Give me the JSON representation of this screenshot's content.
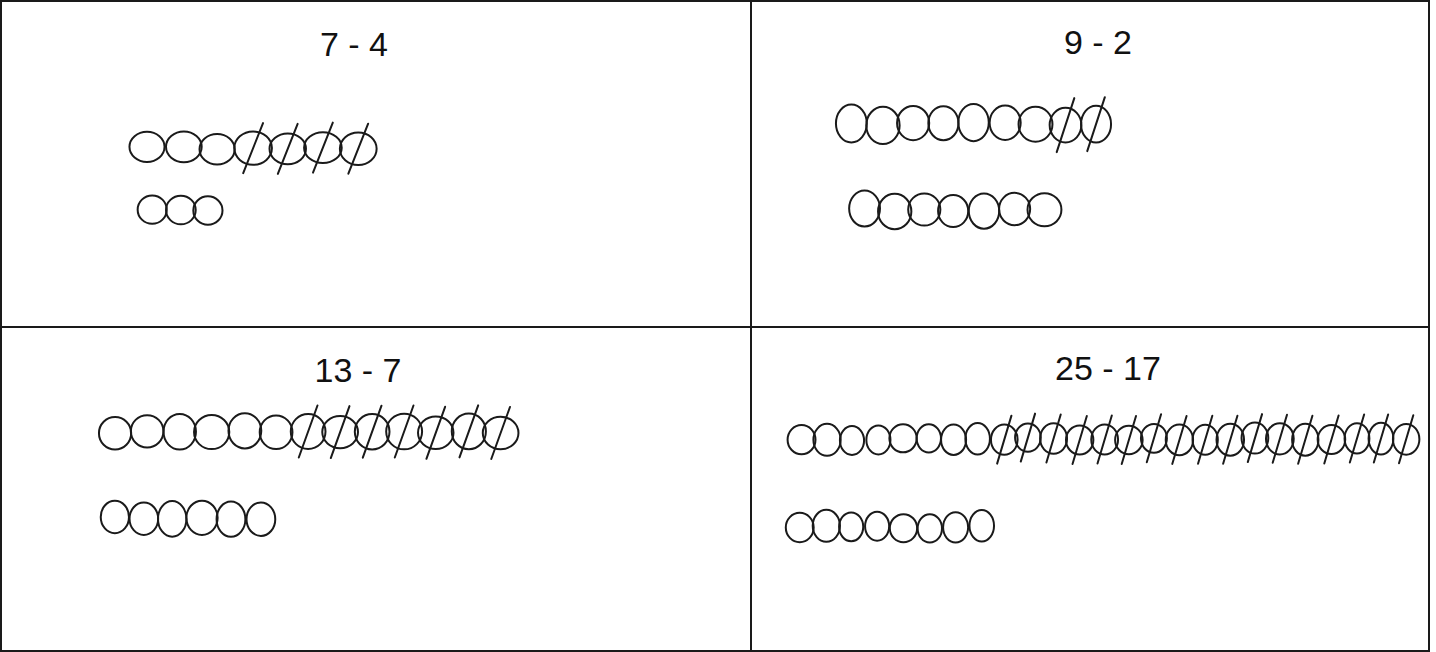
{
  "diagram": {
    "nodes": [
      {
        "text": [
          "7 - 4"
        ]
      },
      {
        "text": [
          "9 - 2"
        ]
      },
      {
        "text": [
          "13 - 7"
        ]
      },
      {
        "text": [
          "25 - 17"
        ]
      }
    ]
  }
}
